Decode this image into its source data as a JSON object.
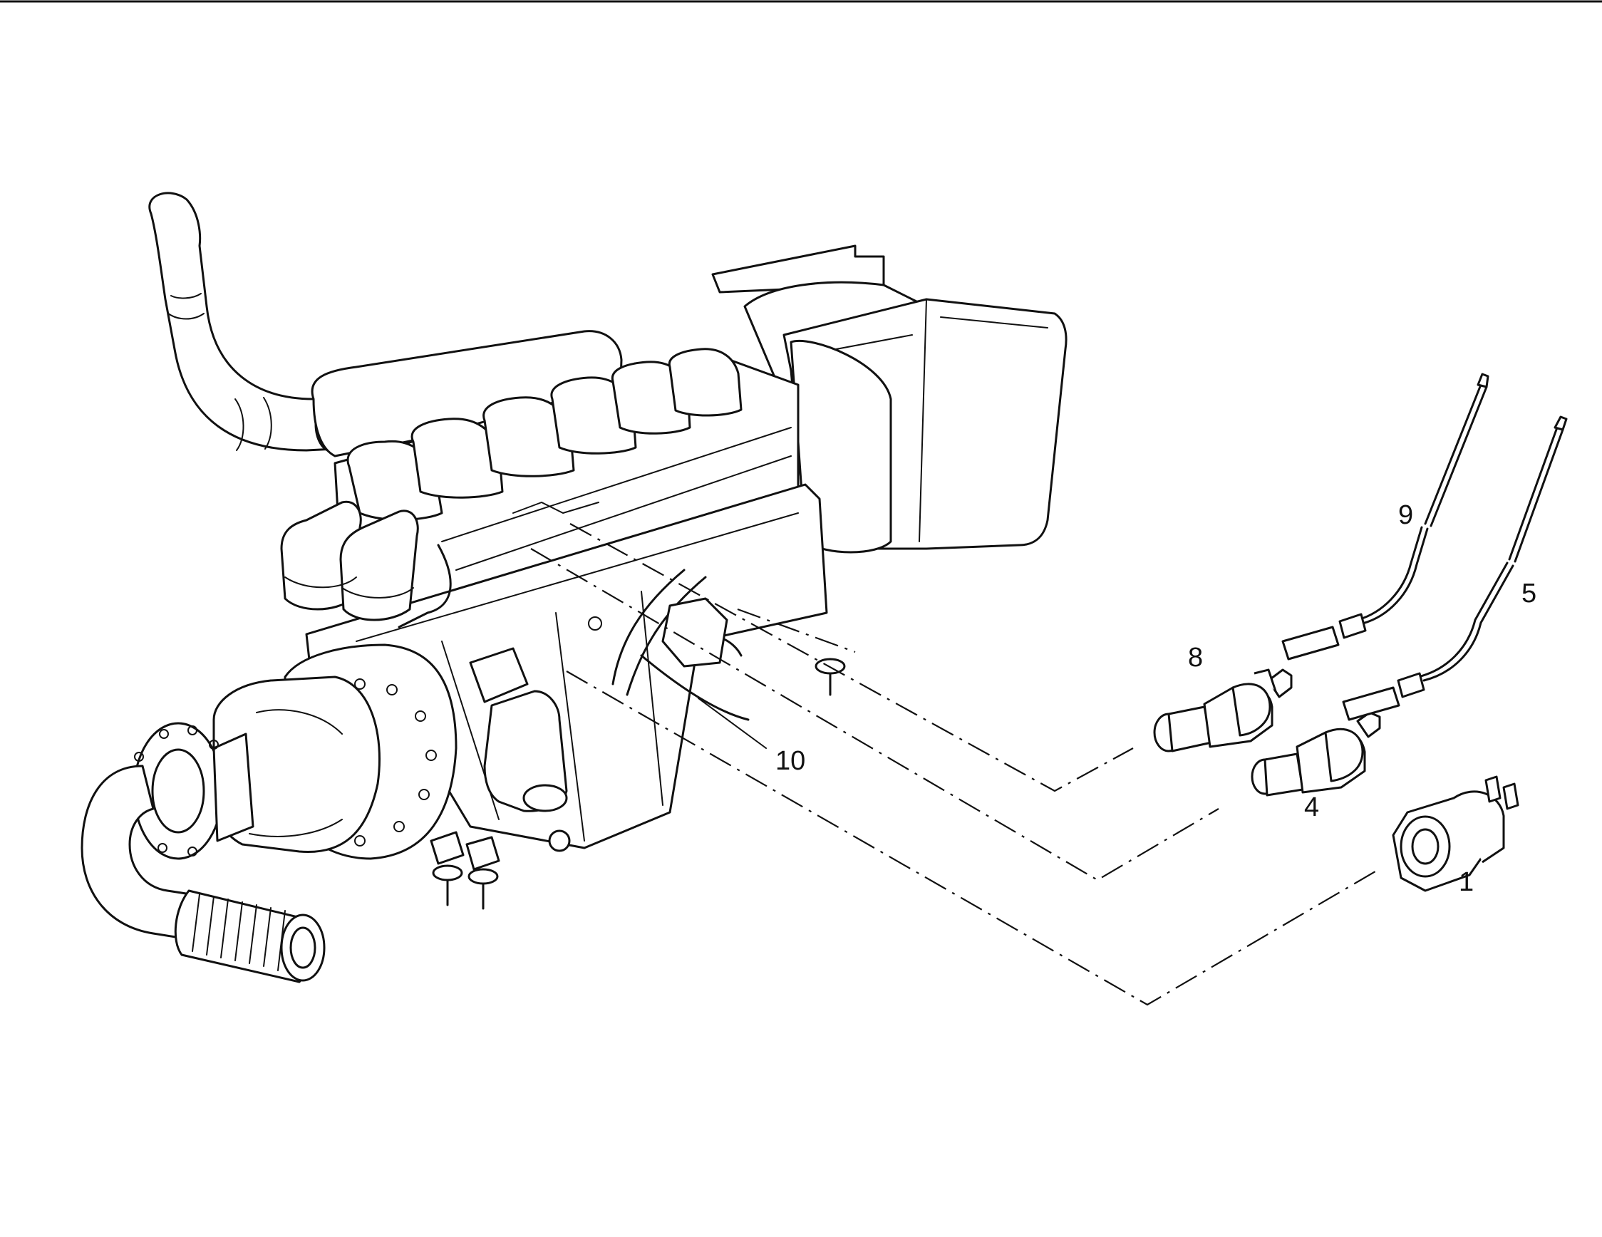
{
  "callouts": {
    "c1": "1",
    "c4": "4",
    "c5": "5",
    "c8": "8",
    "c9": "9",
    "c10": "10"
  },
  "colors": {
    "ink": "#111111",
    "paper": "#ffffff"
  }
}
